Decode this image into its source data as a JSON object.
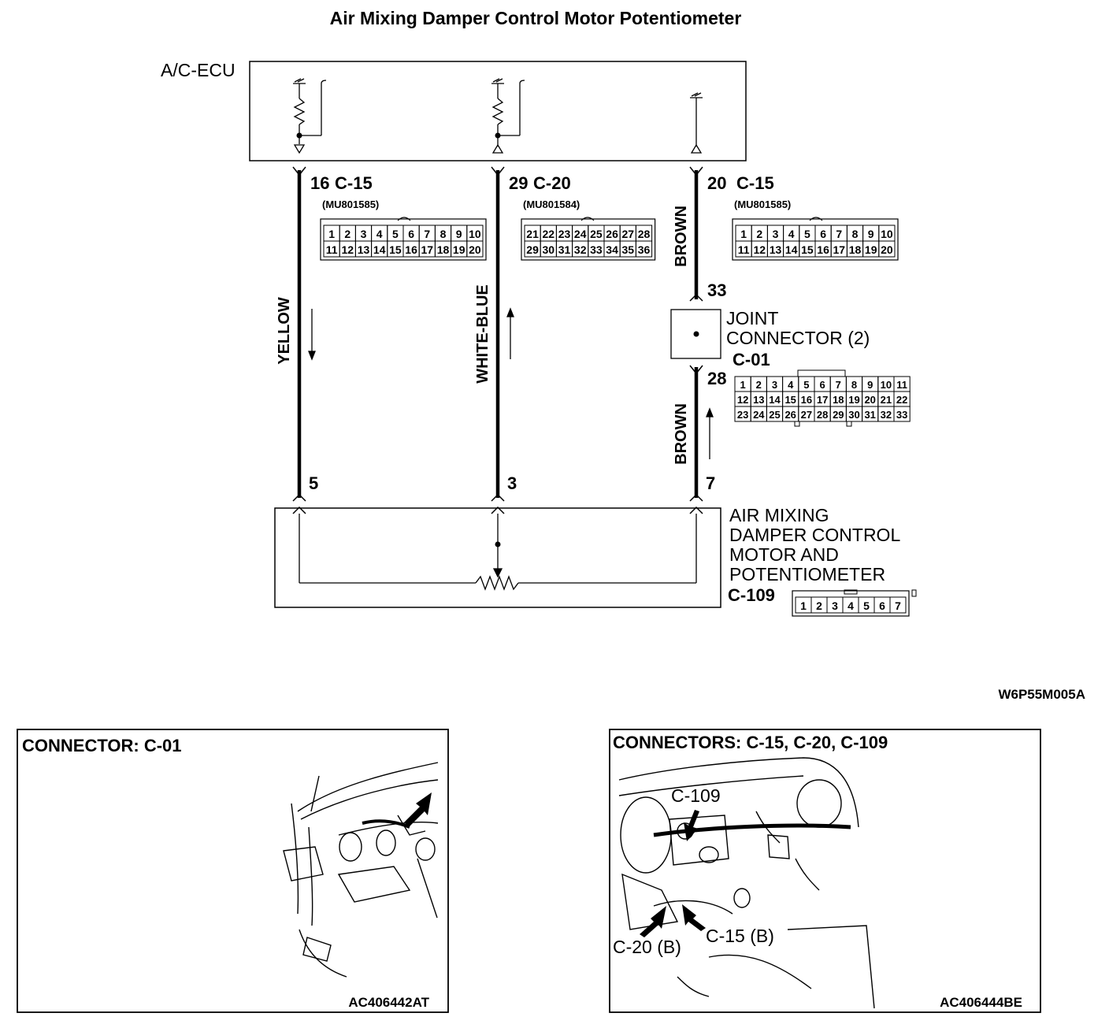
{
  "title": "Air Mixing Damper Control Motor Potentiometer",
  "ecu": {
    "label": "A/C-ECU"
  },
  "wires": [
    {
      "id": "yellow",
      "terminal_top": "16",
      "connector_top": "C-15",
      "color_label": "YELLOW",
      "terminal_bottom": "5"
    },
    {
      "id": "white-blue",
      "terminal_top": "29",
      "connector_top": "C-20",
      "color_label": "WHITE-BLUE",
      "terminal_bottom": "3"
    },
    {
      "id": "brown",
      "terminal_top": "20",
      "connector_top": "C-15",
      "color_label_upper": "BROWN",
      "joint_in": "33",
      "joint_out": "28",
      "color_label_lower": "BROWN",
      "terminal_bottom": "7"
    }
  ],
  "connectors": {
    "c15": {
      "part_number": "(MU801585)",
      "row1": [
        "1",
        "2",
        "3",
        "4",
        "5",
        "6",
        "7",
        "8",
        "9",
        "10"
      ],
      "row2": [
        "11",
        "12",
        "13",
        "14",
        "15",
        "16",
        "17",
        "18",
        "19",
        "20"
      ]
    },
    "c20": {
      "part_number": "(MU801584)",
      "row1": [
        "21",
        "22",
        "23",
        "24",
        "25",
        "26",
        "27",
        "28"
      ],
      "row2": [
        "29",
        "30",
        "31",
        "32",
        "33",
        "34",
        "35",
        "36"
      ]
    },
    "c01": {
      "label": "C-01",
      "row1": [
        "1",
        "2",
        "3",
        "4",
        "5",
        "6",
        "7",
        "8",
        "9",
        "10",
        "11"
      ],
      "row2": [
        "12",
        "13",
        "14",
        "15",
        "16",
        "17",
        "18",
        "19",
        "20",
        "21",
        "22"
      ],
      "row3": [
        "23",
        "24",
        "25",
        "26",
        "27",
        "28",
        "29",
        "30",
        "31",
        "32",
        "33"
      ]
    },
    "c109": {
      "label": "C-109",
      "row1": [
        "1",
        "2",
        "3",
        "4",
        "5",
        "6",
        "7"
      ]
    }
  },
  "joint": {
    "line1": "JOINT",
    "line2": "CONNECTOR (2)"
  },
  "motor": {
    "line1": "AIR MIXING",
    "line2": "DAMPER CONTROL",
    "line3": "MOTOR AND",
    "line4": "POTENTIOMETER"
  },
  "diagram_code": "W6P55M005A",
  "panel_left": {
    "title": "CONNECTOR: C-01",
    "code": "AC406442AT"
  },
  "panel_right": {
    "title": "CONNECTORS: C-15, C-20, C-109",
    "callout_c109": "C-109",
    "callout_c15": "C-15 (B)",
    "callout_c20": "C-20 (B)",
    "code": "AC406444BE"
  }
}
